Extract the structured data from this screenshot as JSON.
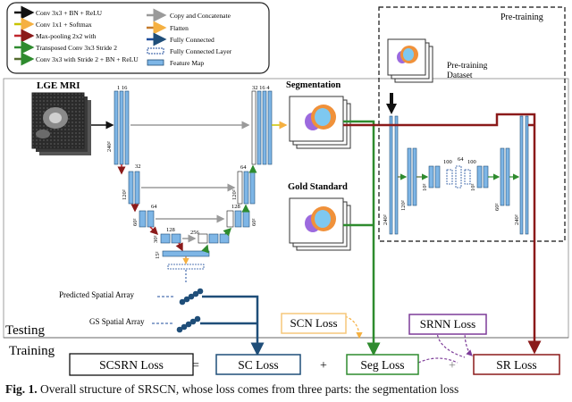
{
  "legend": {
    "items": [
      {
        "label": "Conv 3x3 + BN + ReLU",
        "color": "#111111",
        "kind": "arrow"
      },
      {
        "label": "Conv 1x1 + Softmax",
        "color": "#c8c400",
        "kind": "arrow"
      },
      {
        "label": "Max-pooling 2x2 with",
        "color": "#c0272d",
        "kind": "arrow"
      },
      {
        "label": "Transposed Conv 3x3 Stride 2",
        "color": "#2e8b2e",
        "kind": "arrow"
      },
      {
        "label": "Conv 3x3 with Stride 2 + BN + ReLU",
        "color": "#556b2f",
        "kind": "arrow"
      },
      {
        "label": "Copy and Concatenate",
        "color": "#9a9a9a",
        "kind": "arrow"
      },
      {
        "label": "Flatten",
        "color": "#c47a2c",
        "kind": "arrow"
      },
      {
        "label": "Fully Connected",
        "color": "#1f4e9c",
        "kind": "arrow"
      },
      {
        "label": "Fully Connected Layer",
        "color": "#1f4e9c",
        "kind": "dashbox"
      },
      {
        "label": "Feature Map",
        "color": "#7eb6e6",
        "kind": "box"
      }
    ]
  },
  "labels": {
    "input": "LGE MRI",
    "segmentation": "Segmentation",
    "gold_standard": "Gold Standard",
    "pretraining": "Pre-training",
    "pretraining_dataset": "Pre-training\nDataset",
    "predicted_array": "Predicted Spatial Array",
    "gs_array": "GS Spatial Array",
    "testing": "Testing",
    "training": "Training"
  },
  "dims": {
    "top_channels": "1  16",
    "out_channels": "32 16  4",
    "d240_a": "240²",
    "d32": "32",
    "d120": "120²",
    "d64": "64",
    "d60": "60²",
    "d128": "128",
    "d256": "256",
    "d30": "30²",
    "d15": "15²",
    "d128b": "128",
    "d64b": "64",
    "d120b": "120²",
    "d60b": "60²",
    "d100a": "100",
    "d64c": "64",
    "d100b": "100",
    "d10a": "10²",
    "d10b": "10²",
    "d60c": "60²",
    "d240_b": "240²",
    "d240_c": "240²",
    "d120c": "120²"
  },
  "losses": {
    "scn": "SCN Loss",
    "srnn": "SRNN Loss",
    "scsrn": "SCSRN Loss",
    "equals": "=",
    "sc": "SC Loss",
    "plus1": "+",
    "seg": "Seg Loss",
    "plus2": "+",
    "sr": "SR Loss"
  },
  "colors": {
    "blue_path": "#1f4e79",
    "green_path": "#2e8b2e",
    "red_path": "#8b1a1a",
    "scn_box": "#f5c77a",
    "srnn_box": "#7d3c98",
    "seg_box": "#2e8b2e",
    "sr_box": "#8b1a1a",
    "sc_box": "#1f4e79",
    "feature": "#7eb6e6"
  },
  "caption": {
    "prefix": "Fig. 1.",
    "text": " Overall structure of SRSCN, whose loss comes from three parts: the segmentation loss"
  }
}
